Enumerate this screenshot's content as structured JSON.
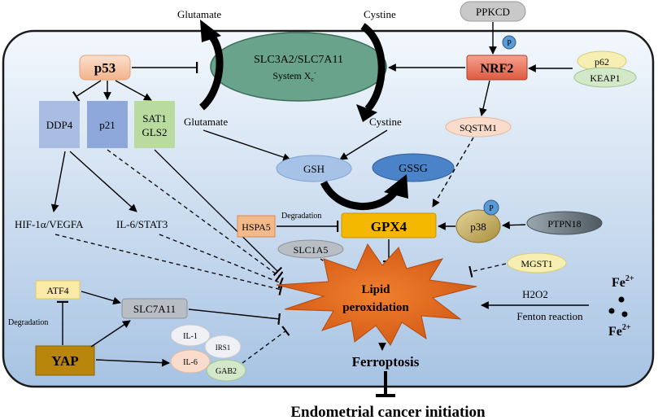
{
  "cell": {
    "label_glutamate_out": "Glutamate",
    "label_cystine_out": "Cystine",
    "label_glutamate_in": "Glutamate",
    "label_cystine_in": "Cystine"
  },
  "transporter": {
    "name": "SLC3A2/SLC7A11",
    "system_main": "System X",
    "system_sub": "c",
    "system_sup": "-"
  },
  "nodes": {
    "ppkcd": "PPKCD",
    "nrf2": "NRF2",
    "phospho": "P",
    "p62": "p62",
    "keap1": "KEAP1",
    "sqstm1": "SQSTM1",
    "p53": "p53",
    "ddp4": "DDP4",
    "p21": "p21",
    "sat1": "SAT1",
    "gls2": "GLS2",
    "gsh": "GSH",
    "gssg": "GSSG",
    "gpx4": "GPX4",
    "hspa5": "HSPA5",
    "degradation_gpx4": "Degradation",
    "p38": "p38",
    "ptpn18": "PTPN18",
    "slc1a5": "SLC1A5",
    "mgst1": "MGST1",
    "hif": "HIF-1α/VEGFA",
    "il6stat3": "IL-6/STAT3",
    "atf4": "ATF4",
    "degradation_yap": "Degradation",
    "yap": "YAP",
    "slc7a11": "SLC7A11",
    "il1": "IL-1",
    "irs1": "IRS1",
    "il6": "IL-6",
    "gab2": "GAB2",
    "lipid_line1": "Lipid",
    "lipid_line2": "peroxidation",
    "h2o2": "H2O2",
    "fenton": "Fenton reaction",
    "fe_top": "Fe",
    "fe_bottom": "Fe",
    "fe_charge": "2+",
    "ferroptosis": "Ferroptosis",
    "endometrial": "Endometrial cancer initiation"
  },
  "colors": {
    "cell_fill_top": "#f2f7fc",
    "cell_fill_bottom": "#a9c4e4",
    "transporter": "#6aa38b",
    "nrf2": "#e8705a",
    "p53": "#f6c6a8",
    "ddp4": "#a9bde3",
    "p21": "#8fa8dc",
    "sat1": "#b9dba0",
    "gsh": "#a6c3e7",
    "gssg": "#4a83c8",
    "gpx4": "#f5b800",
    "p38": "#c9b26a",
    "ptpn18": "#6d7880",
    "yap": "#b8860b",
    "burst": "#e26a1c",
    "phospho": "#5b9bd5"
  }
}
